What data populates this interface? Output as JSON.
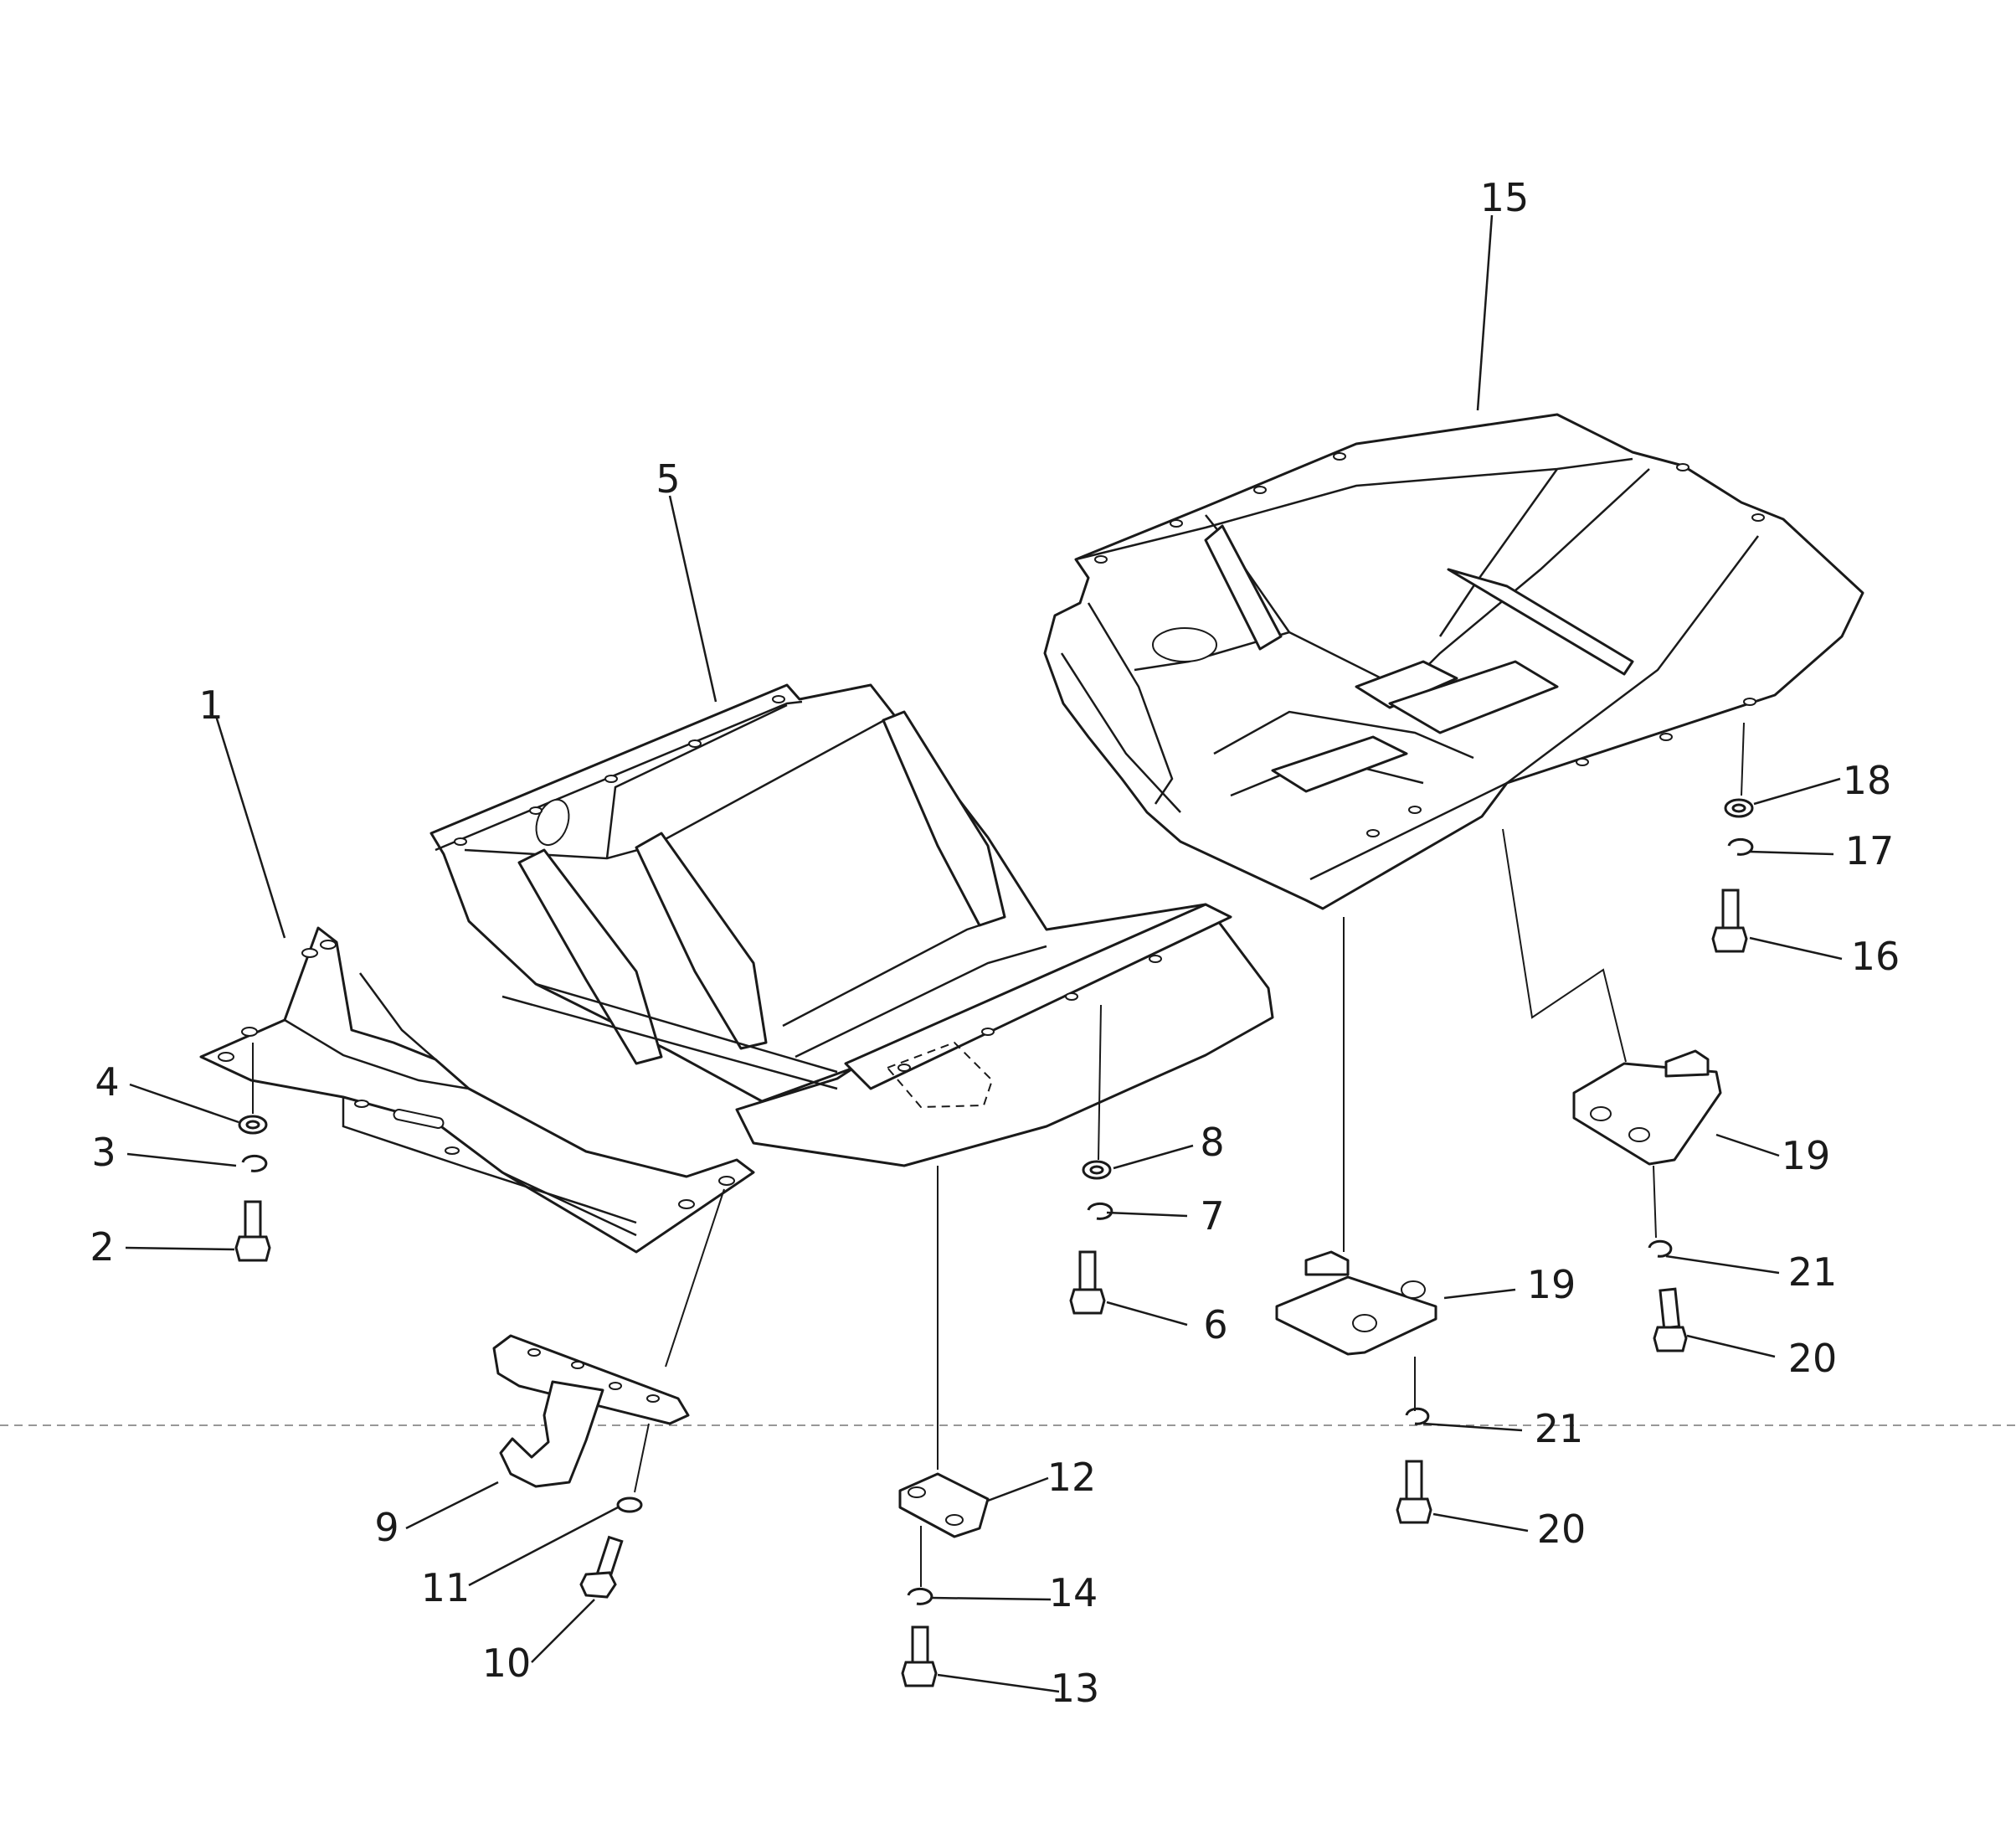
{
  "callouts": {
    "c1": "1",
    "c2": "2",
    "c3": "3",
    "c4": "4",
    "c5": "5",
    "c6": "6",
    "c7": "7",
    "c8": "8",
    "c9": "9",
    "c10": "10",
    "c11": "11",
    "c12": "12",
    "c13": "13",
    "c14": "14",
    "c15": "15",
    "c16": "16",
    "c17": "17",
    "c18": "18",
    "c19a": "19",
    "c19b": "19",
    "c20a": "20",
    "c20b": "20",
    "c21a": "21",
    "c21b": "21"
  }
}
